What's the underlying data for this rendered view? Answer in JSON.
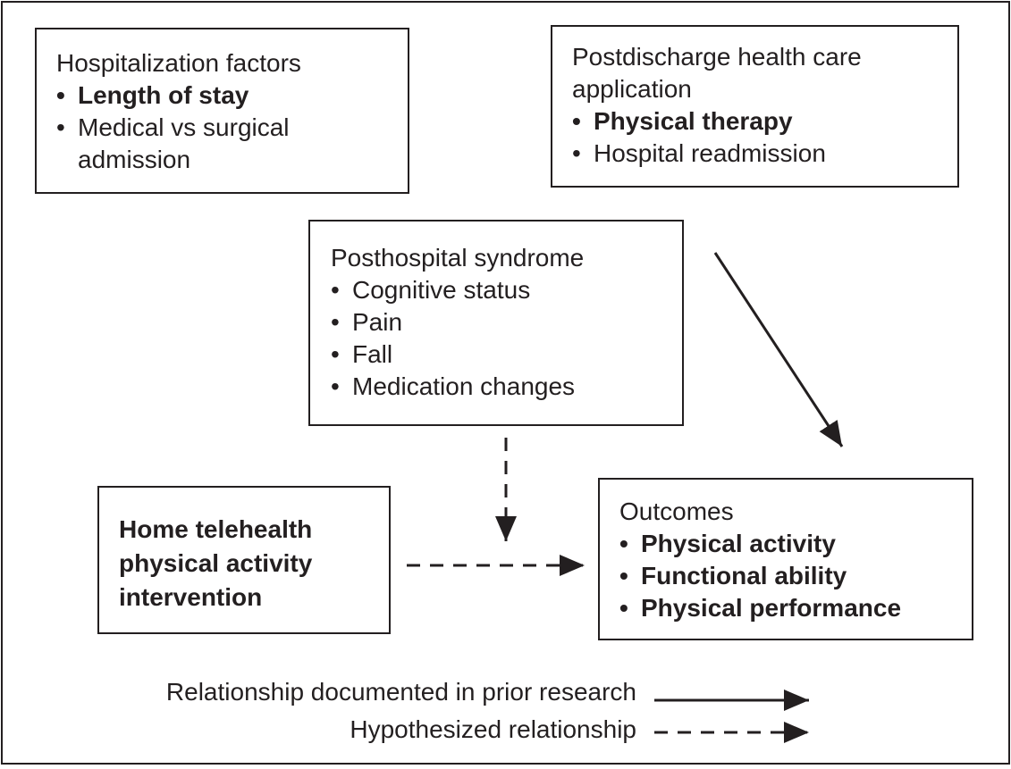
{
  "hospitalization": {
    "title": "Hospitalization factors",
    "items": [
      "Length of stay",
      "Medical vs surgical",
      "admission"
    ]
  },
  "postdischarge": {
    "title_line1": "Postdischarge health care",
    "title_line2": "application",
    "items": [
      "Physical therapy",
      "Hospital readmission"
    ]
  },
  "syndrome": {
    "title": "Posthospital syndrome",
    "items": [
      "Cognitive status",
      "Pain",
      "Fall",
      "Medication changes"
    ]
  },
  "telehealth": {
    "line1": "Home telehealth",
    "line2": "physical activity",
    "line3": "intervention"
  },
  "outcomes": {
    "title": "Outcomes",
    "items": [
      "Physical activity",
      "Functional ability",
      "Physical performance"
    ]
  },
  "legend": {
    "solid": "Relationship documented in prior research",
    "dashed": "Hypothesized relationship"
  }
}
